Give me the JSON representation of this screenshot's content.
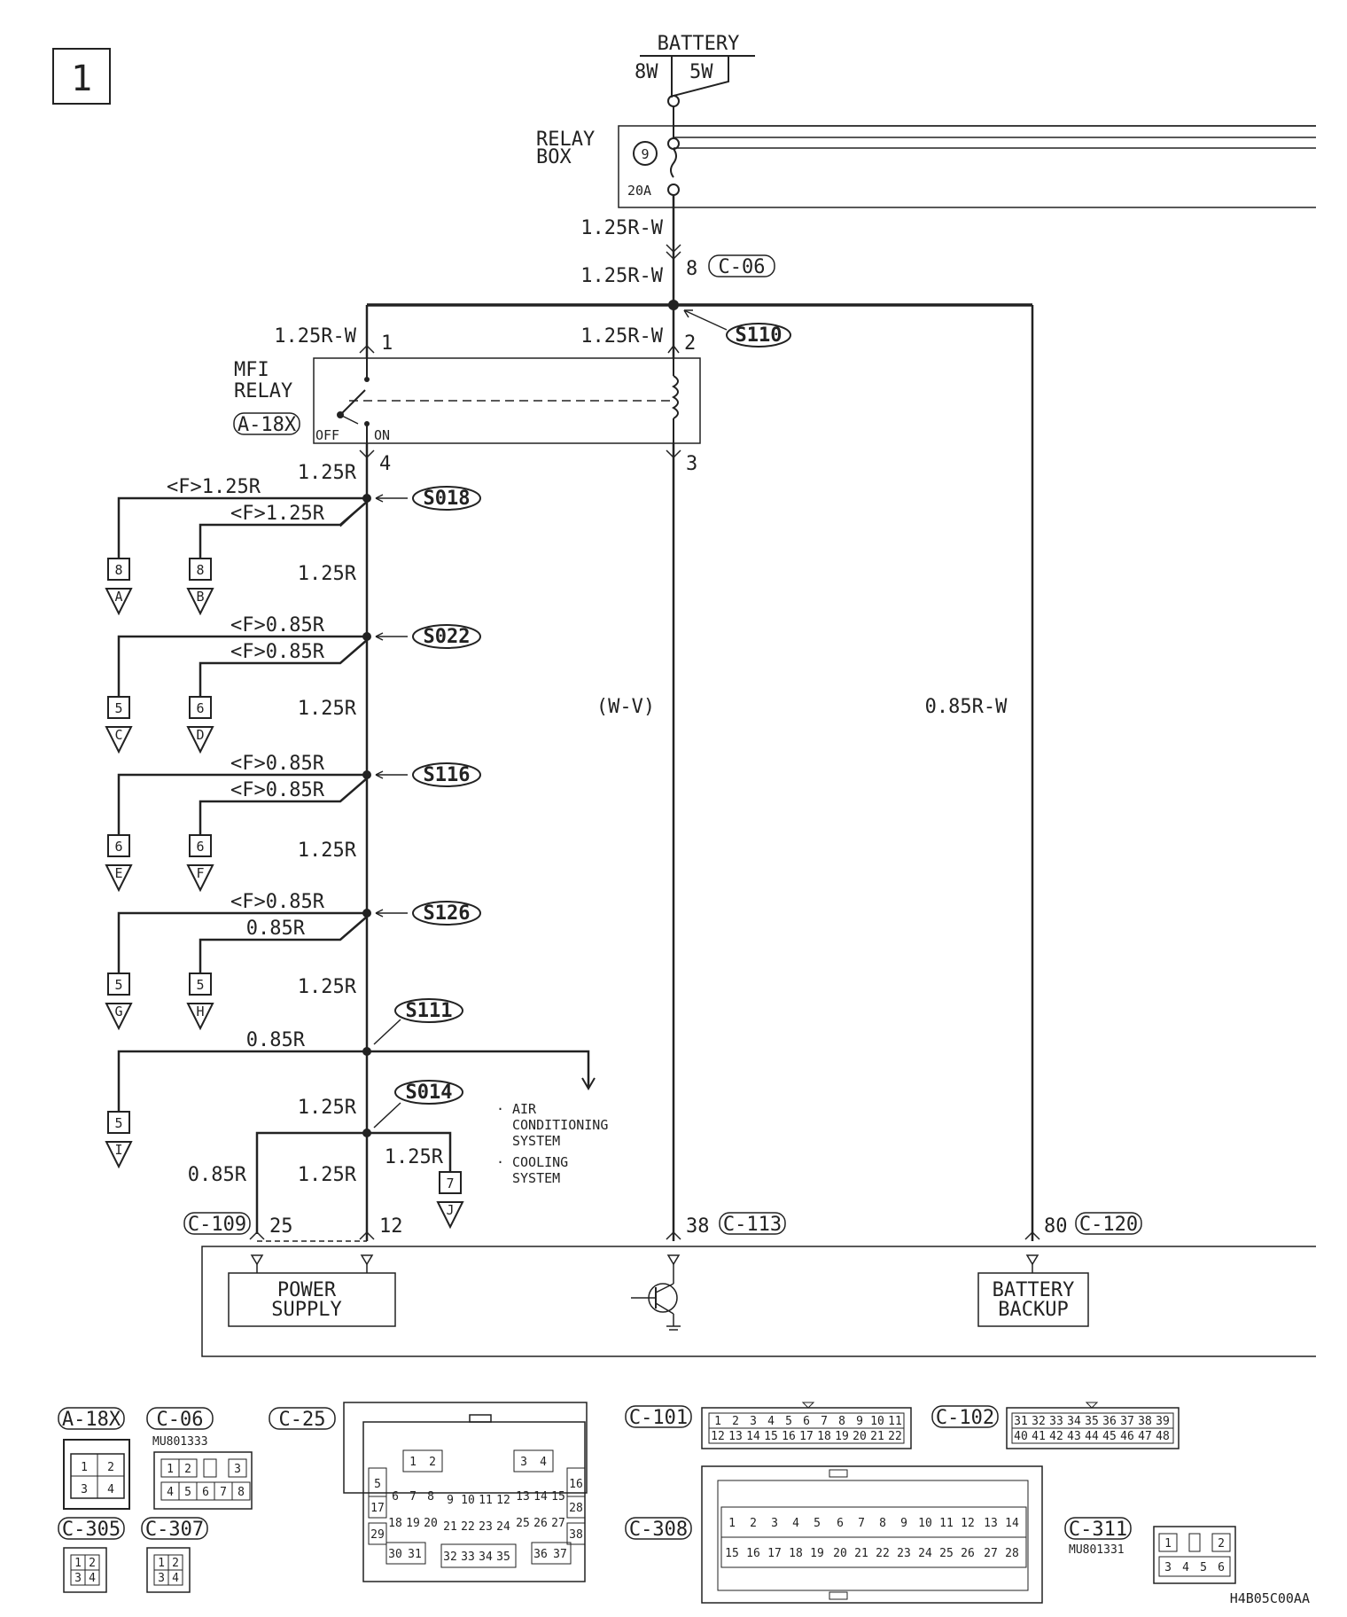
{
  "page_no": "1",
  "battery": {
    "label": "BATTERY",
    "w1": "8W",
    "w2": "5W"
  },
  "relay_box": {
    "line1": "RELAY",
    "line2": "BOX",
    "fuse_no": "9",
    "fuse_amp": "20A"
  },
  "wires": {
    "top1": "1.25R-W",
    "top2": "1.25R-W",
    "relay_in1": "1.25R-W",
    "relay_in2": "1.25R-W",
    "relay_out": "1.25R",
    "s018_a": "<F>1.25R",
    "s018_b": "<F>1.25R",
    "trunk1": "1.25R",
    "s022_a": "<F>0.85R",
    "s022_b": "<F>0.85R",
    "trunk2": "1.25R",
    "s116_a": "<F>0.85R",
    "s116_b": "<F>0.85R",
    "trunk3": "1.25R",
    "s126_a": "<F>0.85R",
    "s126_b": "0.85R",
    "trunk4": "1.25R",
    "s111_a": "0.85R",
    "trunk5": "1.25R",
    "s014_left": "0.85R",
    "s014_down": "1.25R",
    "s014_right": "1.25R",
    "coil_line": "(W-V)",
    "backup_line": "0.85R-W"
  },
  "pins": {
    "c06": "8",
    "relay1": "1",
    "relay2": "2",
    "relay3": "3",
    "relay4": "4",
    "p25": "25",
    "p12": "12",
    "p38": "38",
    "p80": "80"
  },
  "connectors": {
    "c06": "C-06",
    "a18x": "A-18X",
    "c109": "C-109",
    "c113": "C-113",
    "c120": "C-120"
  },
  "splices": {
    "s110": "S110",
    "s018": "S018",
    "s022": "S022",
    "s116": "S116",
    "s126": "S126",
    "s111": "S111",
    "s014": "S014"
  },
  "mfi_relay": {
    "line1": "MFI",
    "line2": "RELAY",
    "off": "OFF",
    "on": "ON"
  },
  "terminals": [
    {
      "pin": "8",
      "letter": "A"
    },
    {
      "pin": "8",
      "letter": "B"
    },
    {
      "pin": "5",
      "letter": "C"
    },
    {
      "pin": "6",
      "letter": "D"
    },
    {
      "pin": "6",
      "letter": "E"
    },
    {
      "pin": "6",
      "letter": "F"
    },
    {
      "pin": "5",
      "letter": "G"
    },
    {
      "pin": "5",
      "letter": "H"
    },
    {
      "pin": "5",
      "letter": "I"
    },
    {
      "pin": "7",
      "letter": "J"
    }
  ],
  "systems": {
    "ac1": "AIR",
    "ac2": "CONDITIONING",
    "ac3": "SYSTEM",
    "cool1": "COOLING",
    "cool2": "SYSTEM"
  },
  "ecu": {
    "ps1": "POWER",
    "ps2": "SUPPLY",
    "bb1": "BATTERY",
    "bb2": "BACKUP"
  },
  "legend": {
    "a18x": "A-18X",
    "c06": "C-06",
    "c06_part": "MU801333",
    "c25": "C-25",
    "c101": "C-101",
    "c102": "C-102",
    "c305": "C-305",
    "c307": "C-307",
    "c308": "C-308",
    "c311": "C-311",
    "c311_part": "MU801331"
  },
  "diagram_code": "H4B05C00AA"
}
